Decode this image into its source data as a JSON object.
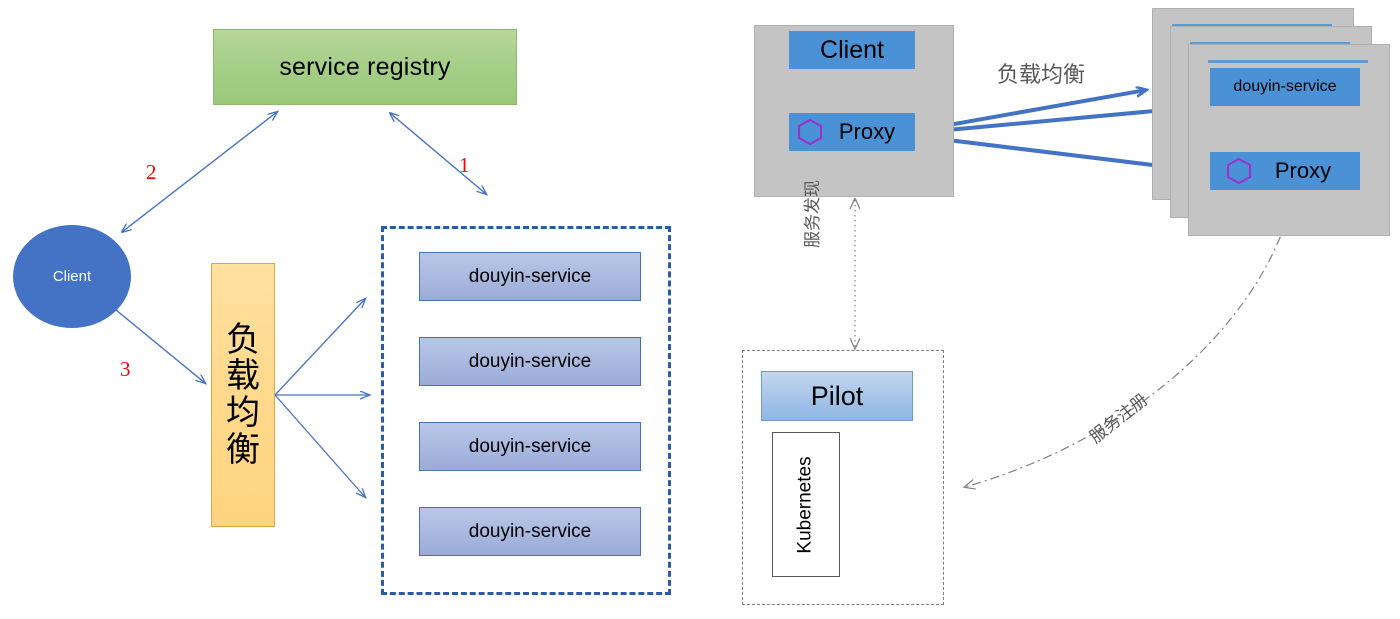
{
  "diagram": {
    "title": "service registry vs service mesh architecture",
    "colors": {
      "registry_green": "#a6cf88",
      "client_blue": "#4472c4",
      "lb_yellow": "#ffd98c",
      "service_blue": "#a9b8df",
      "dashed_border": "#2d5aa8",
      "red_number": "#ff0000",
      "pod_gray": "#c4c4c4",
      "mesh_blue": "#4a91d6",
      "arrow_blue": "#4472c4",
      "hex_purple": "#9933cc",
      "dash_gray": "#7f7f7f",
      "pilot_blue": "#a5c4e8"
    }
  },
  "left_panel": {
    "registry_label": "service registry",
    "client_label": "Client",
    "load_balancer_chars": [
      "负",
      "载",
      "均",
      "衡"
    ],
    "service_instances": [
      "douyin-service",
      "douyin-service",
      "douyin-service",
      "douyin-service"
    ],
    "step_numbers": {
      "register": "1",
      "discover": "2",
      "invoke": "3"
    }
  },
  "right_panel": {
    "client_pod": {
      "app_label": "Client",
      "proxy_label": "Proxy",
      "proxy_icon": "hexagon-icon"
    },
    "service_pod": {
      "app_label": "douyin-service",
      "proxy_label": "Proxy",
      "proxy_icon": "hexagon-icon",
      "replica_count": 3
    },
    "control_plane": {
      "pilot_label": "Pilot",
      "platform_label": "Kubernetes"
    },
    "edge_labels": {
      "load_balancing": "负载均衡",
      "service_discovery": "服务发现",
      "service_registration": "服务注册"
    }
  }
}
